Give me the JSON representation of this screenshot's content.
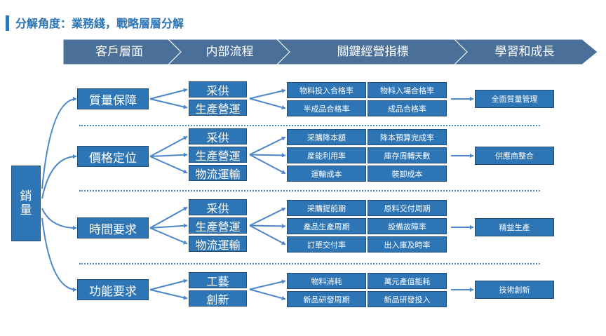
{
  "title": "分解角度：業務綫，戰略層層分解",
  "header": {
    "stages": [
      "客戶層面",
      "内部流程",
      "關鍵經營指標",
      "學習和成長"
    ]
  },
  "root": {
    "label_line1": "銷",
    "label_line2": "量"
  },
  "groups": [
    {
      "name": "質量保障",
      "processes": [
        "采供",
        "生產營運"
      ],
      "kpis": [
        [
          "物料投入合格率",
          "物料入場合格率"
        ],
        [
          "半成品合格率",
          "成品合格率"
        ]
      ],
      "learning": "全面質量管理"
    },
    {
      "name": "價格定位",
      "processes": [
        "采供",
        "生產營運",
        "物流運輸"
      ],
      "kpis": [
        [
          "采購降本額",
          "降本預算完成率"
        ],
        [
          "産能利用率",
          "庫存周轉天數"
        ],
        [
          "運輸成本",
          "裝卸成本"
        ]
      ],
      "learning": "供應商整合"
    },
    {
      "name": "時間要求",
      "processes": [
        "采供",
        "生產營運",
        "物流運輸"
      ],
      "kpis": [
        [
          "采購提前期",
          "原料交付周期"
        ],
        [
          "產品生產周期",
          "設備故障率"
        ],
        [
          "訂單交付率",
          "出入庫及時率"
        ]
      ],
      "learning": "精益生產"
    },
    {
      "name": "功能要求",
      "processes": [
        "工藝",
        "創新"
      ],
      "kpis": [
        [
          "物料消耗",
          "萬元產值能耗"
        ],
        [
          "新品研發周期",
          "新品研發投入"
        ]
      ],
      "learning": "技術創新"
    }
  ],
  "colors": {
    "accent": "#2e75b6",
    "chevron": "#4a6f98",
    "connector": "#4a86c8"
  }
}
